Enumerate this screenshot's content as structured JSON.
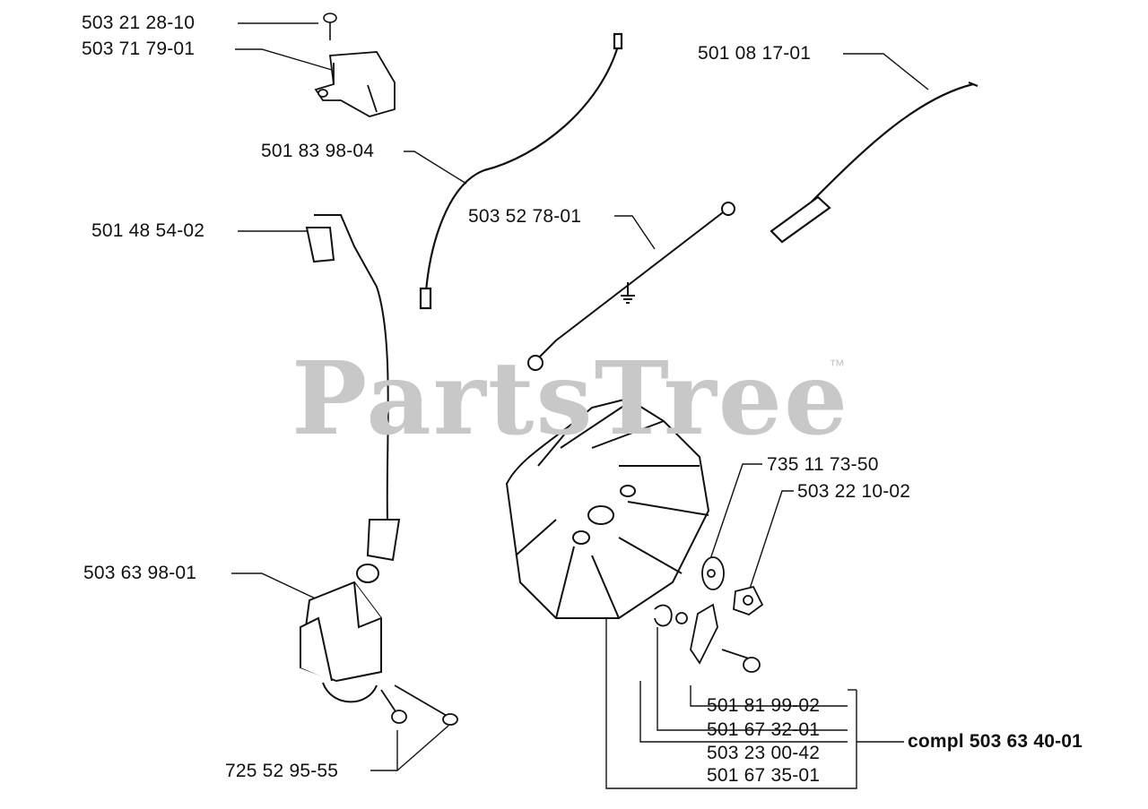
{
  "watermark": {
    "brand": "PartsTree",
    "tm": "™"
  },
  "parts": {
    "p1": "503 21 28-10",
    "p2": "503 71 79-01",
    "p3": "501 08 17-01",
    "p4": "501 83 98-04",
    "p5": "501 48 54-02",
    "p6": "503 52 78-01",
    "p7": "735 11 73-50",
    "p8": "503 22 10-02",
    "p9": "503 63 98-01",
    "p10": "501 81 99-02",
    "p11": "501 67 32-01",
    "p12": "503 23 00-42",
    "p13": "501 67 35-01",
    "p14": "725 52 95-55"
  },
  "kit": {
    "label": "compl 503 63 40-01"
  }
}
